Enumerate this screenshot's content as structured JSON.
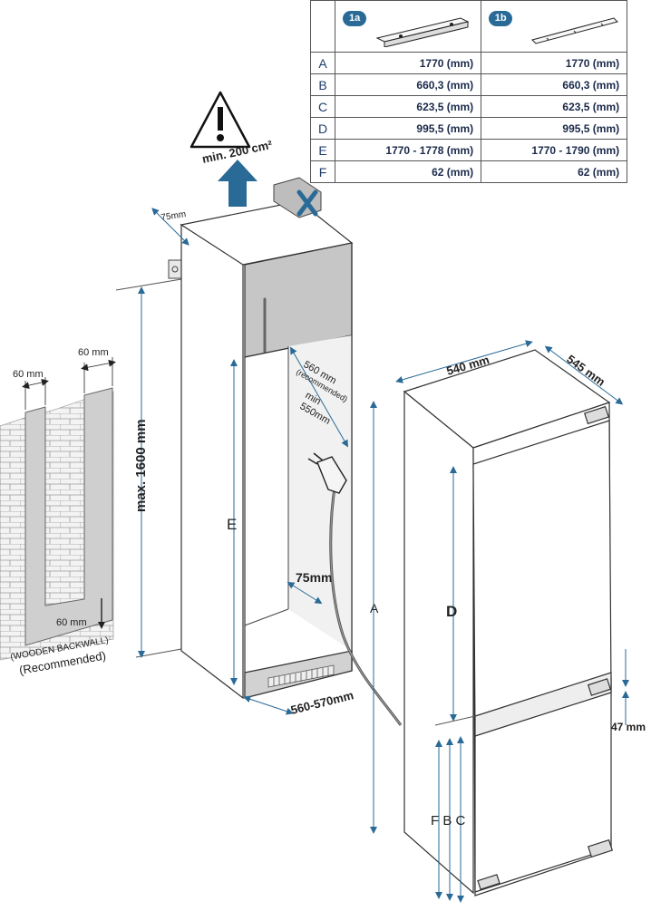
{
  "table": {
    "variants": [
      {
        "badge": "1a",
        "icon": "mounting-bracket-1a-icon"
      },
      {
        "badge": "1b",
        "icon": "mounting-bracket-1b-icon"
      }
    ],
    "rows": [
      {
        "label": "A",
        "v1": "1770 (mm)",
        "v2": "1770 (mm)"
      },
      {
        "label": "B",
        "v1": "660,3 (mm)",
        "v2": "660,3 (mm)"
      },
      {
        "label": "C",
        "v1": "623,5 (mm)",
        "v2": "623,5 (mm)"
      },
      {
        "label": "D",
        "v1": "995,5 (mm)",
        "v2": "995,5 (mm)"
      },
      {
        "label": "E",
        "v1": "1770 - 1778 (mm)",
        "v2": "1770 - 1790 (mm)"
      },
      {
        "label": "F",
        "v1": "62 (mm)",
        "v2": "62 (mm)"
      }
    ]
  },
  "ventilation": {
    "text": "min. 200 cm²",
    "icon": "warning-icon"
  },
  "backwall": {
    "left_gap": "60 mm",
    "right_gap": "60 mm",
    "bottom_gap": "60 mm",
    "label": "(WOODEN BACKWALL)",
    "sublabel": "(Recommended)"
  },
  "cabinet": {
    "top_clearance": "75mm",
    "max_height": "max. 1600 mm",
    "depth_recommended": "560 mm",
    "depth_recommended_note": "(recommended)",
    "depth_min_prefix": "min",
    "depth_min": "550mm",
    "vent_gap": "75mm",
    "niche_width": "560-570mm",
    "e_label": "E"
  },
  "fridge": {
    "width": "540 mm",
    "depth": "545 mm",
    "gap": "47 mm",
    "a_label": "A",
    "d_label": "D",
    "fbc_labels": "F B C"
  },
  "colors": {
    "line": "#333333",
    "accent": "#2a6a96",
    "shade": "#d4d4d4",
    "shade_dark": "#c4c4c4"
  }
}
